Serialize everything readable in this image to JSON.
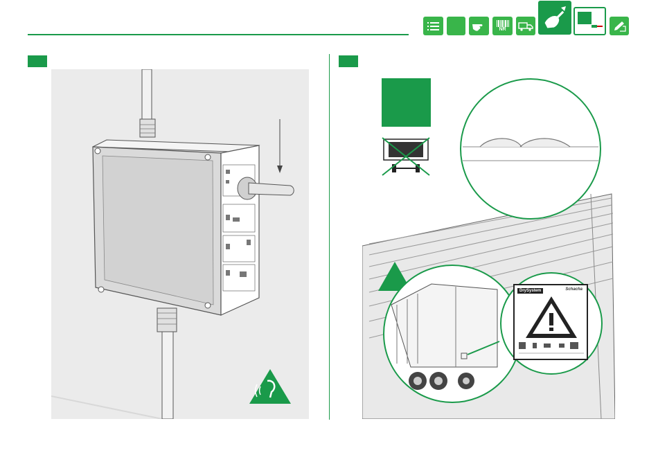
{
  "colors": {
    "accent": "#1a9a4a",
    "tab_green": "#39b54a",
    "panel_gray": "#ebebeb",
    "line_gray": "#555555"
  },
  "nav_tabs": [
    {
      "icon": "list-icon",
      "active": false
    },
    {
      "icon": "blank-icon",
      "active": false
    },
    {
      "icon": "pointing-hand-icon",
      "active": false
    },
    {
      "icon": "barcode-icon",
      "label": "NR",
      "active": false
    },
    {
      "icon": "truck-icon",
      "active": false
    },
    {
      "icon": "hand-writing-icon",
      "active": true
    },
    {
      "icon": "tool-icon",
      "active": true
    },
    {
      "icon": "pencil-icon",
      "active": false
    }
  ],
  "sign": {
    "brand_left": "DrySystem",
    "brand_right": "Schacha"
  }
}
